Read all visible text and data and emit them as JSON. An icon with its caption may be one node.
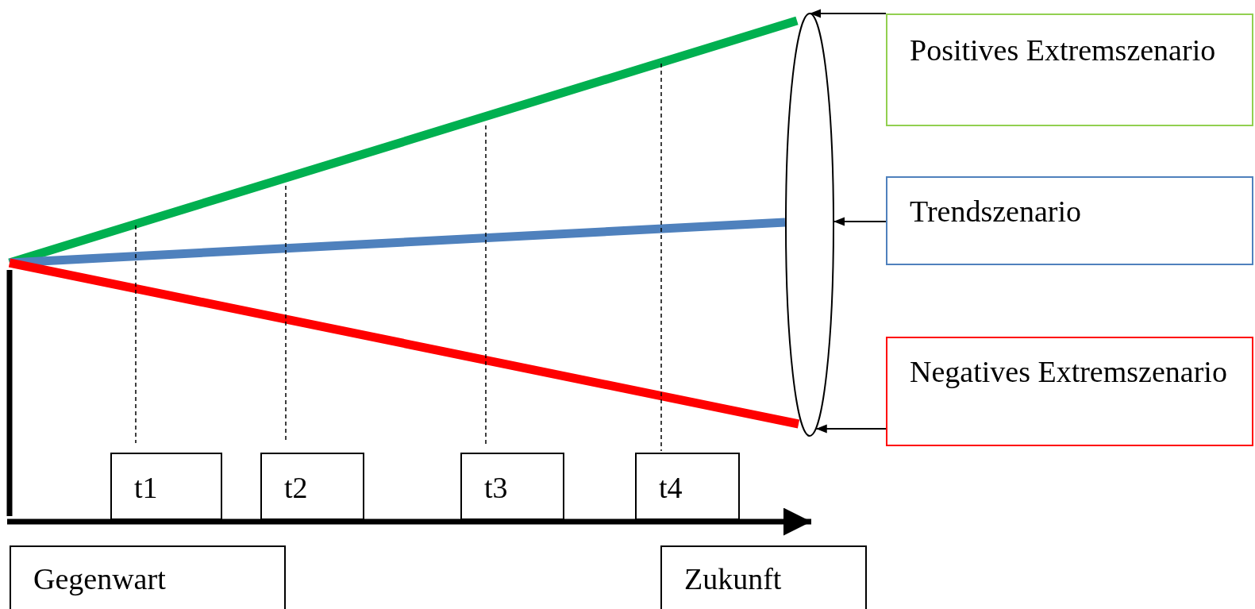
{
  "diagram": {
    "nodes": [
      {
        "text": [
          "Positives Extremszenario"
        ]
      },
      {
        "text": [
          "Trendszenario"
        ]
      },
      {
        "text": [
          "Negatives Extremszenario"
        ]
      },
      {
        "text": [],
        "shape": "ellipse"
      },
      {
        "text": [
          "t1"
        ]
      },
      {
        "text": [
          "t2"
        ]
      },
      {
        "text": [
          "t3"
        ]
      },
      {
        "text": [
          "t4"
        ]
      },
      {
        "text": [
          "Gegenwart"
        ]
      },
      {
        "text": [
          "Zukunft"
        ]
      }
    ],
    "edges": [
      {
        "from": 0,
        "to": 3,
        "arrow": "to"
      },
      {
        "from": 1,
        "to": 3,
        "arrow": "to"
      },
      {
        "from": 2,
        "to": 3,
        "arrow": "to"
      }
    ]
  }
}
